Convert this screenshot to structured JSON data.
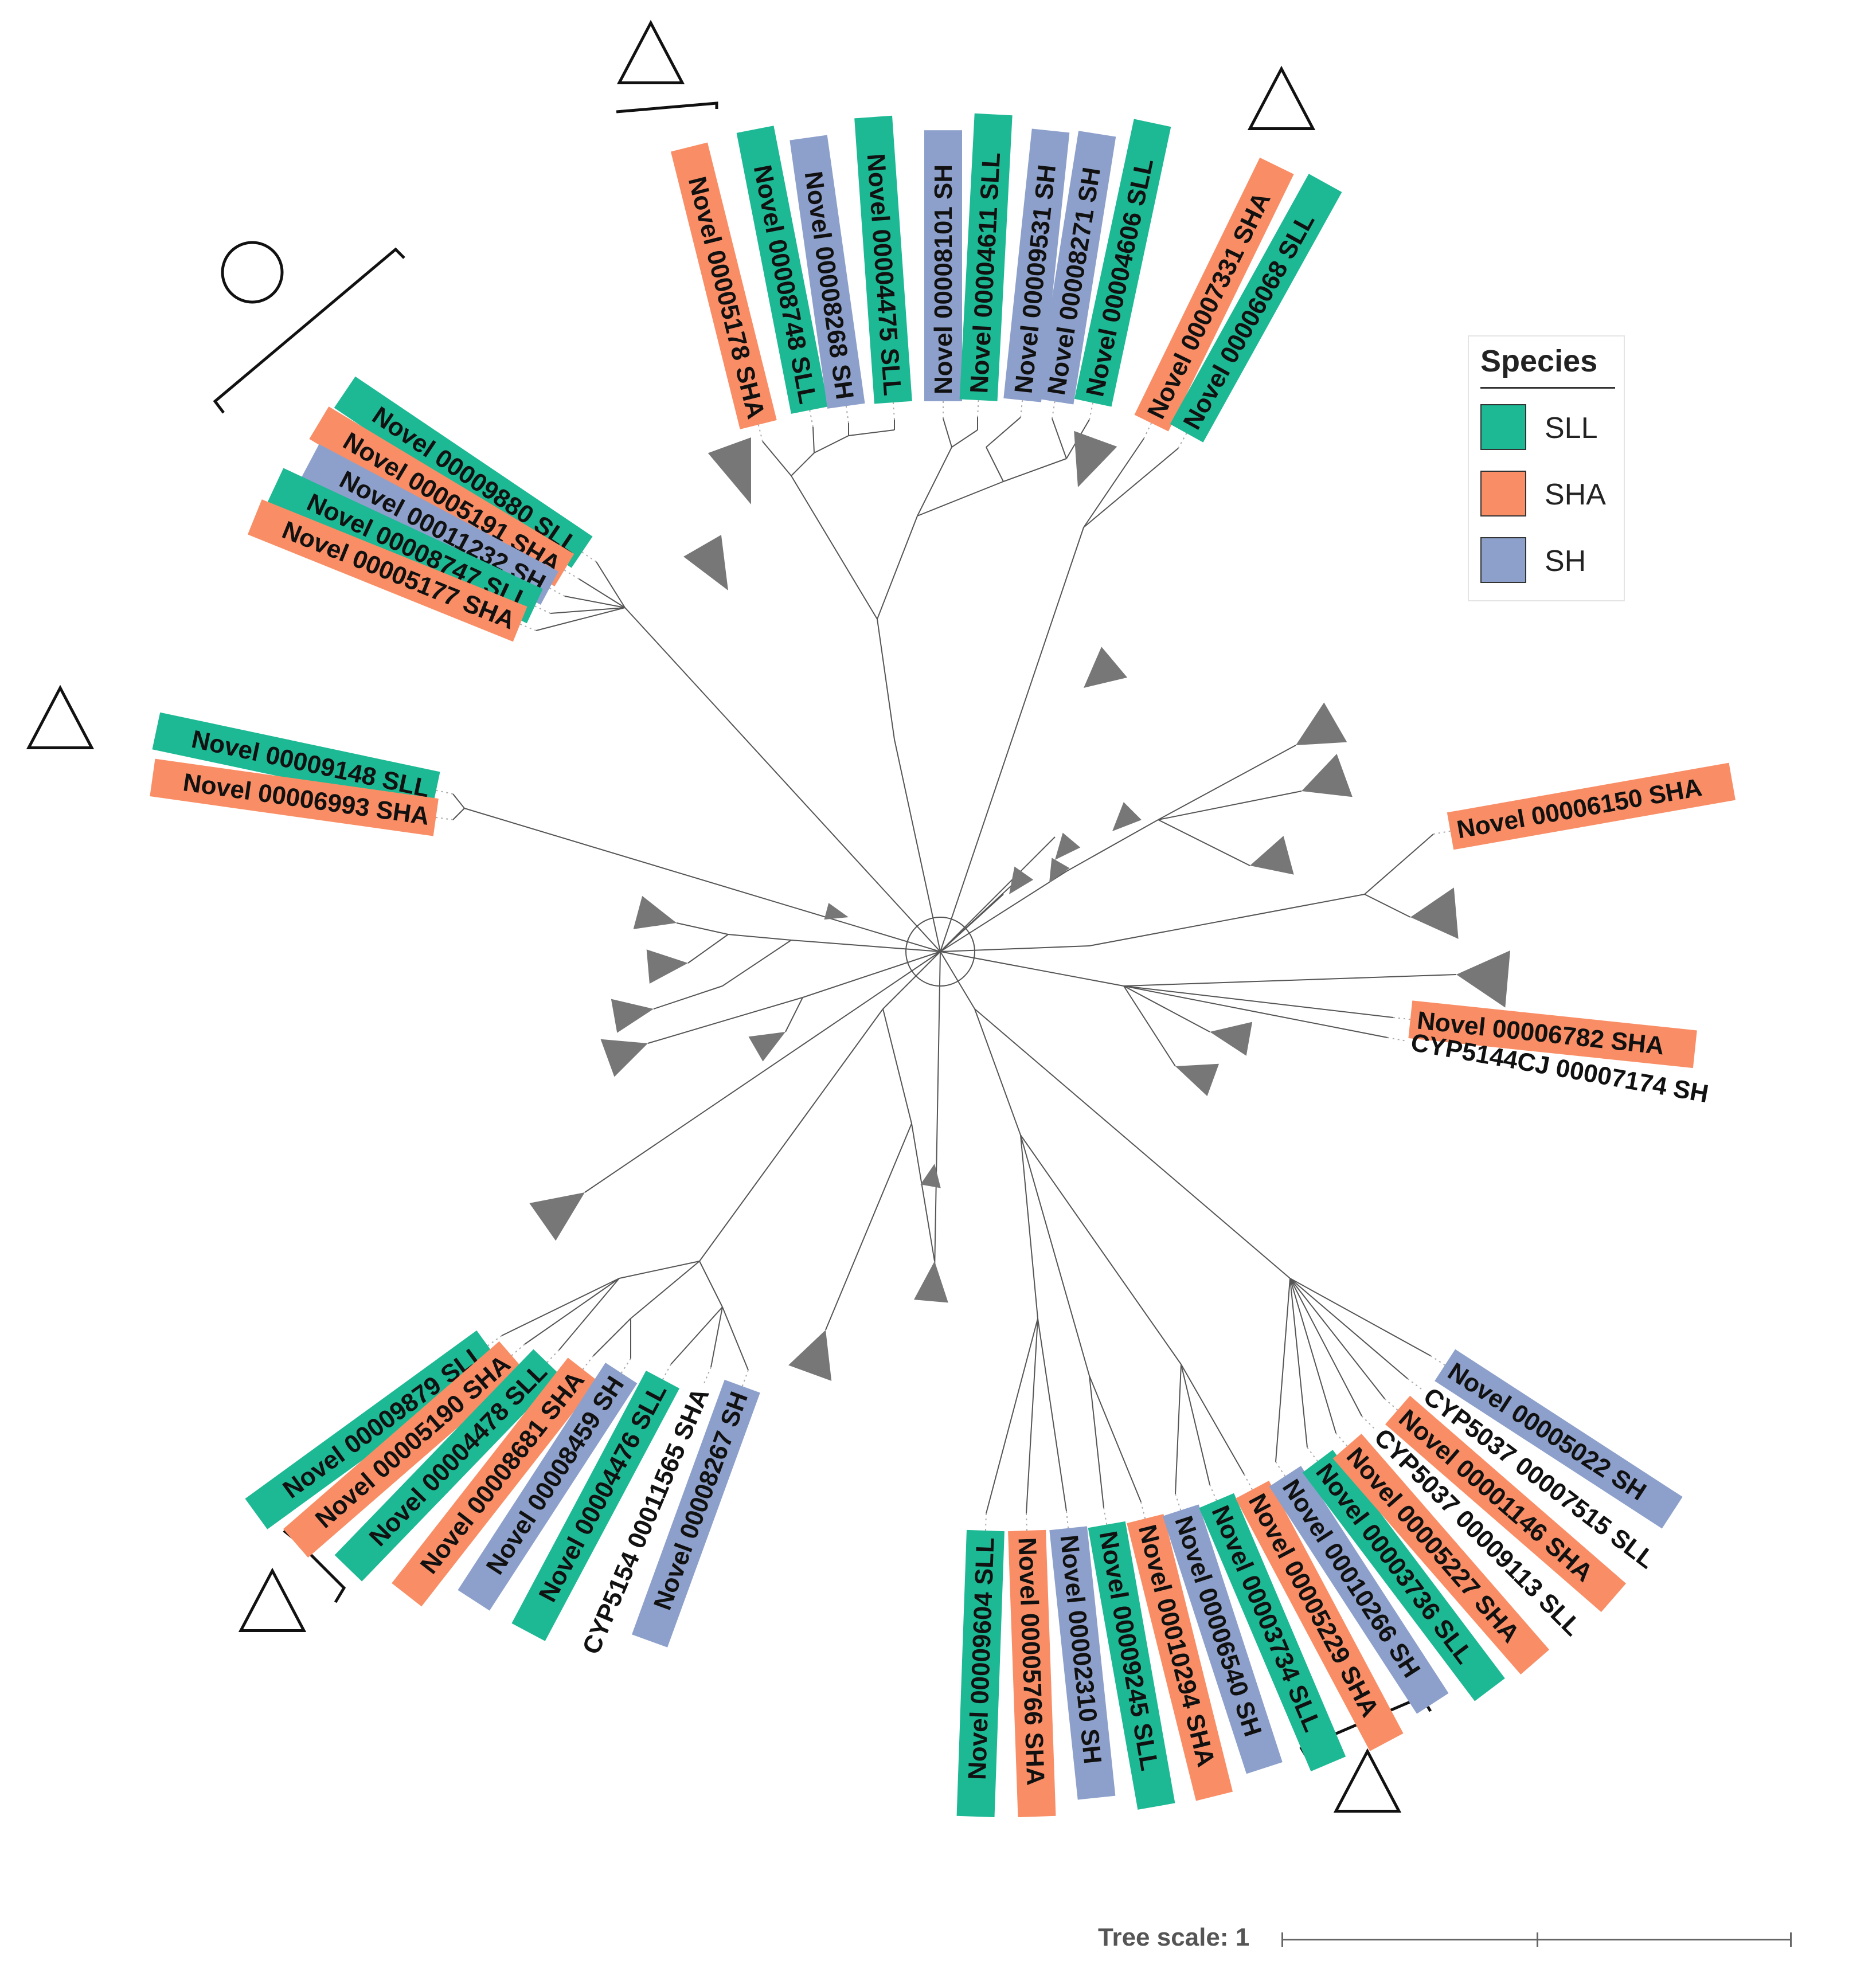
{
  "legend": {
    "title": "Species",
    "items": [
      {
        "label": "SLL",
        "color": "#1DB994"
      },
      {
        "label": "SHA",
        "color": "#F98E66"
      },
      {
        "label": "SH",
        "color": "#8DA0CB"
      }
    ]
  },
  "scale": {
    "label": "Tree scale: 1"
  },
  "markers": [
    {
      "shape": "triangle",
      "group": "top"
    },
    {
      "shape": "triangle",
      "group": "top-right"
    },
    {
      "shape": "circle",
      "group": "upper-left"
    },
    {
      "shape": "triangle",
      "group": "left"
    },
    {
      "shape": "triangle",
      "group": "bottom-left"
    },
    {
      "shape": "triangle",
      "group": "bottom-right"
    }
  ],
  "leaves": [
    {
      "label": "Novel 00005178 SHA",
      "species": "SHA"
    },
    {
      "label": "Novel 00008748 SLL",
      "species": "SLL"
    },
    {
      "label": "Novel 00008268 SH",
      "species": "SH"
    },
    {
      "label": "Novel 00004475 SLL",
      "species": "SLL"
    },
    {
      "label": "Novel 00008101 SH",
      "species": "SH"
    },
    {
      "label": "Novel 00004611 SLL",
      "species": "SLL"
    },
    {
      "label": "Novel 00009531 SH",
      "species": "SH"
    },
    {
      "label": "Novel 00008271 SH",
      "species": "SH"
    },
    {
      "label": "Novel 00004606 SLL",
      "species": "SLL"
    },
    {
      "label": "Novel 00007331 SHA",
      "species": "SHA"
    },
    {
      "label": "Novel 00006068 SLL",
      "species": "SLL"
    },
    {
      "label": "Novel 00009880 SLL",
      "species": "SLL"
    },
    {
      "label": "Novel 00005191 SHA",
      "species": "SHA"
    },
    {
      "label": "Novel 00011232 SH",
      "species": "SH"
    },
    {
      "label": "Novel 00008747 SLL",
      "species": "SLL"
    },
    {
      "label": "Novel 00005177 SHA",
      "species": "SHA"
    },
    {
      "label": "Novel 00009148 SLL",
      "species": "SLL"
    },
    {
      "label": "Novel 00006993 SHA",
      "species": "SHA"
    },
    {
      "label": "Novel 00006150 SHA",
      "species": "SHA"
    },
    {
      "label": "Novel 00006782 SHA",
      "species": "SHA"
    },
    {
      "label": "CYP5144CJ 00007174 SH",
      "species": ""
    },
    {
      "label": "Novel 00009879 SLL",
      "species": "SLL"
    },
    {
      "label": "Novel 00005190 SHA",
      "species": "SHA"
    },
    {
      "label": "Novel 00004478 SLL",
      "species": "SLL"
    },
    {
      "label": "Novel 00008681 SHA",
      "species": "SHA"
    },
    {
      "label": "Novel 00008459 SH",
      "species": "SH"
    },
    {
      "label": "Novel 00004476 SLL",
      "species": "SLL"
    },
    {
      "label": "CYP5154 00011565 SHA",
      "species": ""
    },
    {
      "label": "Novel 00008267 SH",
      "species": "SH"
    },
    {
      "label": "Novel 00009604 SLL",
      "species": "SLL"
    },
    {
      "label": "Novel 00005766 SHA",
      "species": "SHA"
    },
    {
      "label": "Novel 00002310 SH",
      "species": "SH"
    },
    {
      "label": "Novel 00009245 SLL",
      "species": "SLL"
    },
    {
      "label": "Novel 00010294 SHA",
      "species": "SHA"
    },
    {
      "label": "Novel 00006540 SH",
      "species": "SH"
    },
    {
      "label": "Novel 00003734 SLL",
      "species": "SLL"
    },
    {
      "label": "Novel 00005229 SHA",
      "species": "SHA"
    },
    {
      "label": "Novel 00010266 SH",
      "species": "SH"
    },
    {
      "label": "Novel 00003736 SLL",
      "species": "SLL"
    },
    {
      "label": "Novel 00005227 SHA",
      "species": "SHA"
    },
    {
      "label": "CYP5037 00009113 SLL",
      "species": ""
    },
    {
      "label": "Novel 00001146 SHA",
      "species": "SHA"
    },
    {
      "label": "CYP5037 00007515 SLL",
      "species": ""
    },
    {
      "label": "Novel 00005022 SH",
      "species": "SH"
    }
  ]
}
